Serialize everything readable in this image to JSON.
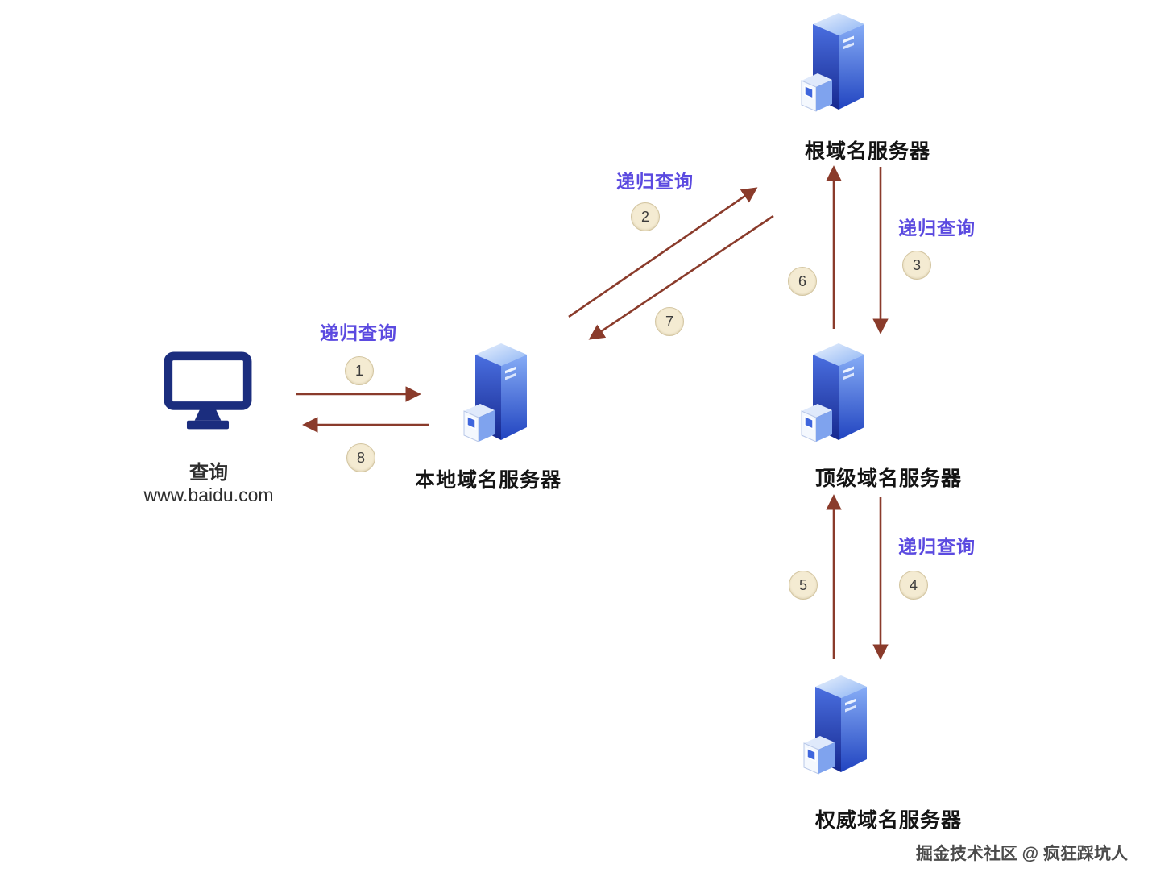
{
  "colors": {
    "arrow": "#8a3b2b",
    "step_circle_bg": "#f4ebd2",
    "step_circle_border": "#d3c5a0",
    "query_label": "#5b4ae0",
    "node_label": "#141414",
    "client_icon": "#1b2d7e",
    "server_blue_light": "#a8c6f7",
    "server_blue_dark": "#1f3db8"
  },
  "nodes": {
    "client": {
      "title": "查询",
      "subtitle": "www.baidu.com"
    },
    "local_dns": {
      "label": "本地域名服务器"
    },
    "root_dns": {
      "label": "根域名服务器"
    },
    "tld_dns": {
      "label": "顶级域名服务器"
    },
    "auth_dns": {
      "label": "权威域名服务器"
    }
  },
  "query_labels": {
    "client_to_local": "递归查询",
    "local_to_root": "递归查询",
    "root_to_tld": "递归查询",
    "tld_to_auth": "递归查询"
  },
  "steps": [
    "1",
    "2",
    "3",
    "4",
    "5",
    "6",
    "7",
    "8"
  ],
  "watermark": "掘金技术社区 @ 疯狂踩坑人"
}
